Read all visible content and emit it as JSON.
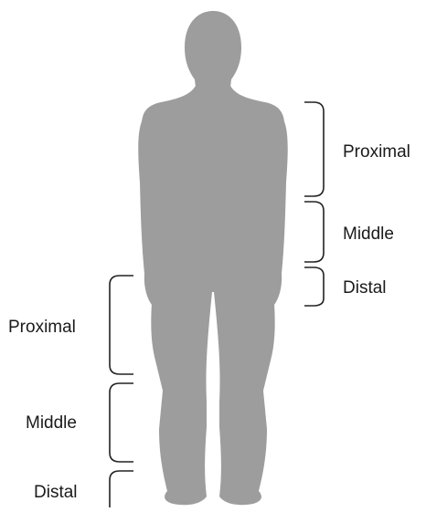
{
  "figure": {
    "upper_limb": {
      "segments": [
        "Proximal",
        "Middle",
        "Distal"
      ]
    },
    "lower_limb": {
      "segments": [
        "Proximal",
        "Middle",
        "Distal"
      ]
    },
    "colors": {
      "silhouette": "#9d9d9d",
      "bracket": "#222222",
      "text": "#1a1a1a",
      "background": "#ffffff"
    }
  }
}
